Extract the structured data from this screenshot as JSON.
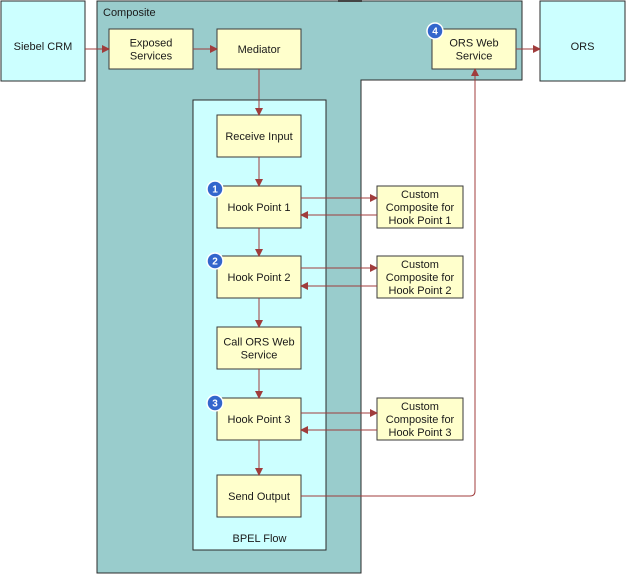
{
  "composite": {
    "label": "Composite"
  },
  "external": {
    "siebel": [
      "Siebel CRM"
    ],
    "ors": [
      "ORS"
    ]
  },
  "boxes": {
    "exposed_services": [
      "Exposed",
      "Services"
    ],
    "mediator": [
      "Mediator"
    ],
    "ors_web_service": [
      "ORS Web",
      "Service"
    ],
    "receive_input": [
      "Receive Input"
    ],
    "hook_point_1": [
      "Hook Point 1"
    ],
    "hook_point_2": [
      "Hook Point 2"
    ],
    "call_ors": [
      "Call ORS Web",
      "Service"
    ],
    "hook_point_3": [
      "Hook Point 3"
    ],
    "send_output": [
      "Send Output"
    ],
    "custom_1": [
      "Custom",
      "Composite for",
      "Hook Point 1"
    ],
    "custom_2": [
      "Custom",
      "Composite for",
      "Hook Point 2"
    ],
    "custom_3": [
      "Custom",
      "Composite for",
      "Hook Point 3"
    ]
  },
  "bpel_flow": {
    "label": "BPEL Flow"
  },
  "badges": {
    "b1": "1",
    "b2": "2",
    "b3": "3",
    "b4": "4"
  },
  "colors": {
    "composite_fill": "#99cccc",
    "cyan_fill": "#ccffff",
    "box_fill": "#ffffcc",
    "arrow": "#a03c3c",
    "badge": "#3366cc"
  }
}
